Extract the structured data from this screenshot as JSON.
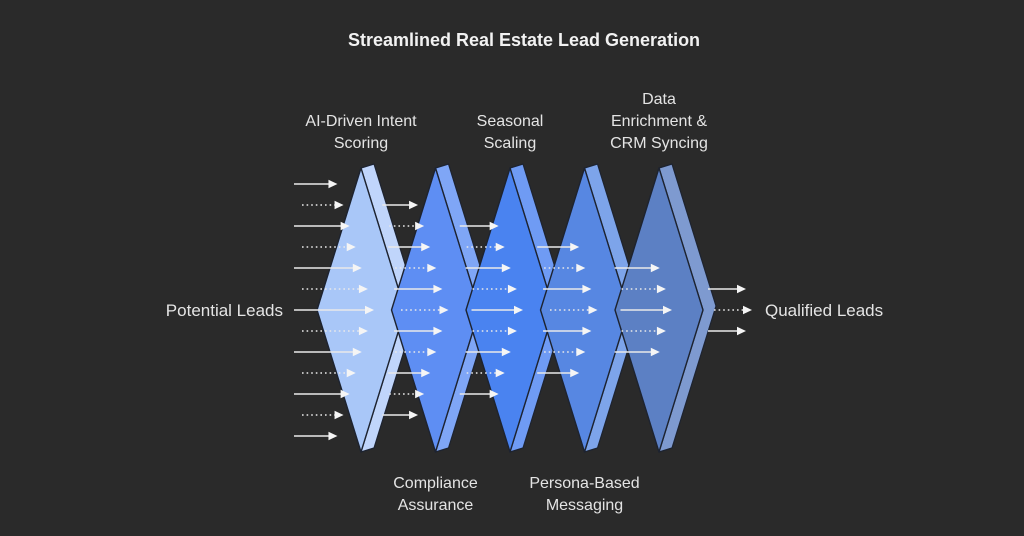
{
  "title": "Streamlined Real Estate Lead Generation",
  "input_label": "Potential Leads",
  "output_label": "Qualified Leads",
  "arrows_out": 3,
  "colors": {
    "background": "#2a2a2a",
    "outline": "#1d2330",
    "arrow": "#e9e9e9",
    "arrow_head": "#f5f5f5",
    "text": "#e4e4e4",
    "title_text": "#f2f2f2"
  },
  "stages": [
    {
      "name": "ai-driven-intent-scoring",
      "label_lines": [
        "AI-Driven Intent",
        "Scoring"
      ],
      "label_position": "top",
      "face_color": "#a9c7f8",
      "side_color": "#c0d5fb",
      "arrows_in": 13
    },
    {
      "name": "compliance-assurance",
      "label_lines": [
        "Compliance",
        "Assurance"
      ],
      "label_position": "bottom",
      "face_color": "#5e8ef3",
      "side_color": "#7fa6f6",
      "arrows_in": 11
    },
    {
      "name": "seasonal-scaling",
      "label_lines": [
        "Seasonal",
        "Scaling"
      ],
      "label_position": "top",
      "face_color": "#4a83f0",
      "side_color": "#6f9bf4",
      "arrows_in": 9
    },
    {
      "name": "persona-based-messaging",
      "label_lines": [
        "Persona-Based",
        "Messaging"
      ],
      "label_position": "bottom",
      "face_color": "#5787e2",
      "side_color": "#7da4ea",
      "arrows_in": 7
    },
    {
      "name": "data-enrichment-crm-syncing",
      "label_lines": [
        "Data",
        "Enrichment &",
        "CRM Syncing"
      ],
      "label_position": "top",
      "face_color": "#5c80c4",
      "side_color": "#7e9ad0",
      "arrows_in": 5
    }
  ]
}
